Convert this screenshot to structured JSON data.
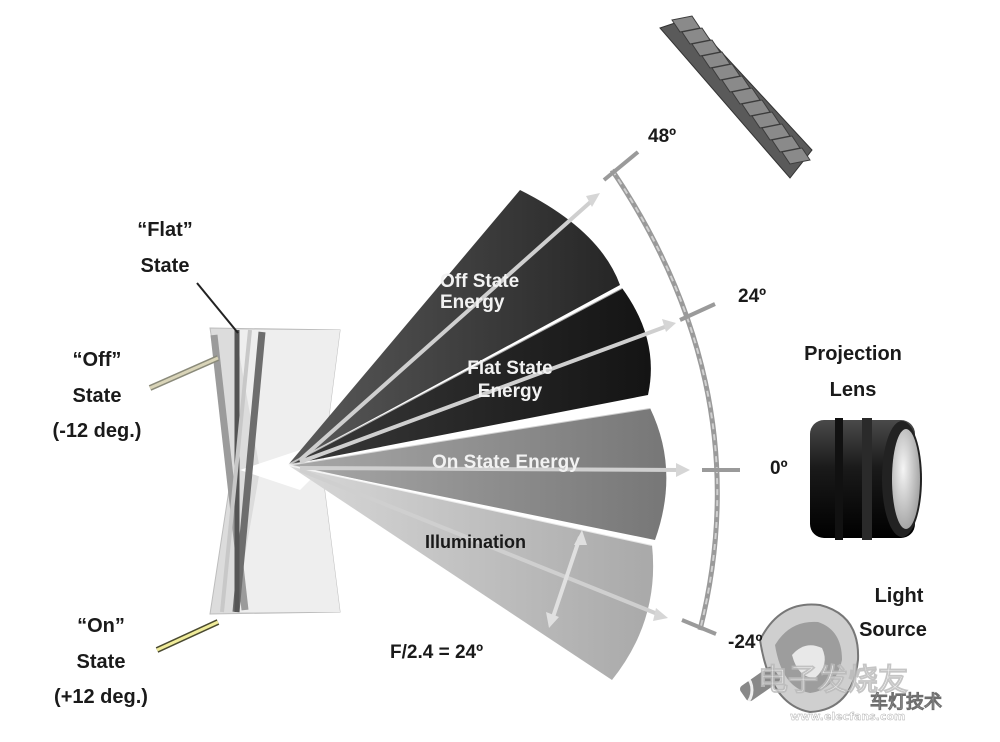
{
  "labels": {
    "flat_state": [
      "“Flat”",
      "State"
    ],
    "off_state": [
      "“Off”",
      "State",
      "(-12 deg.)"
    ],
    "on_state": [
      "“On”",
      "State",
      "(+12 deg.)"
    ],
    "off_energy": [
      "Off State",
      "Energy"
    ],
    "flat_energy": [
      "Flat State",
      "Energy"
    ],
    "on_energy": "On State Energy",
    "illumination": "Illumination",
    "f_number": "F/2.4 = 24º",
    "angle_48": "48º",
    "angle_24": "24º",
    "angle_0": "0º",
    "angle_neg24": "-24º",
    "projection_lens": [
      "Projection",
      "Lens"
    ],
    "light_source": [
      "Light",
      "Source"
    ]
  },
  "watermark": {
    "line1": "电子发烧友",
    "line2": "车灯技术",
    "line3": "www.elecfans.com"
  },
  "colors": {
    "off_cone": "#2e2e2e",
    "flat_cone": "#1c1c1c",
    "on_cone": "#8a8a8a",
    "illum_cone": "#b5b5b5",
    "arc": "#9a9a9a"
  }
}
